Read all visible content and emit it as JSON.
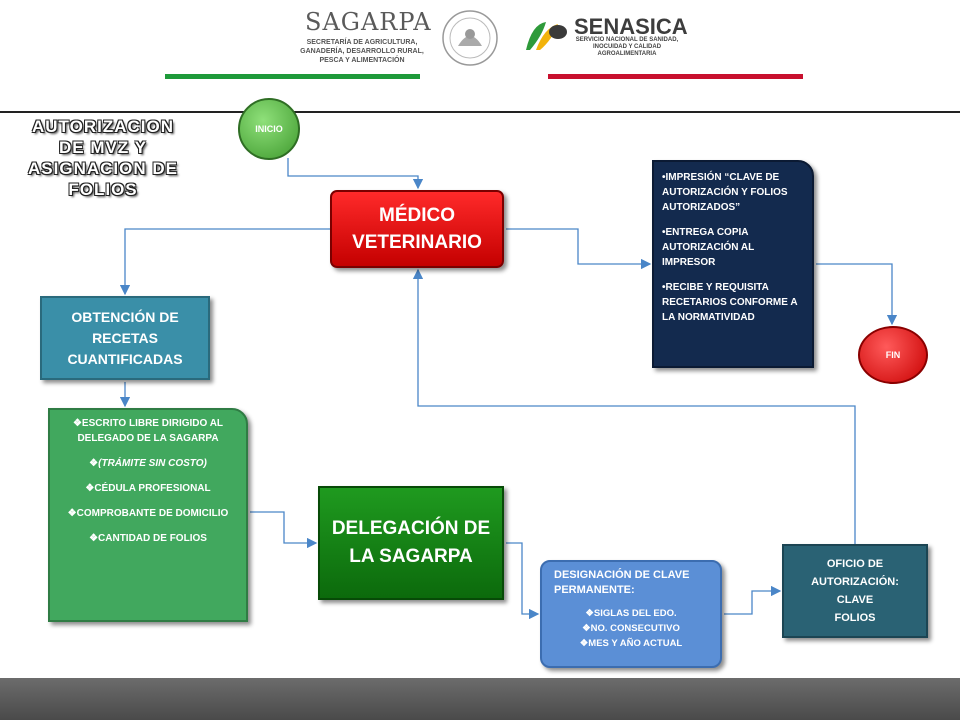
{
  "header": {
    "logo1_name": "SAGARPA",
    "logo1_sub": "SECRETARÍA DE AGRICULTURA, GANADERÍA, DESARROLLO RURAL, PESCA Y ALIMENTACIÓN",
    "logo2_name": "SENASICA",
    "logo2_sub": "SERVICIO NACIONAL DE SANIDAD, INOCUIDAD Y CALIDAD AGROALIMENTARIA"
  },
  "title": "AUTORIZACION DE MVZ Y ASIGNACION DE FOLIOS",
  "nodes": {
    "inicio": "INICIO",
    "fin": "FIN",
    "medico": "MÉDICO VETERINARIO",
    "obtencion": "OBTENCIÓN DE RECETAS CUANTIFICADAS",
    "escrito": {
      "items": [
        "ESCRITO LIBRE DIRIGIDO AL DELEGADO DE LA SAGARPA",
        "(TRÁMITE SIN COSTO)",
        "CÉDULA PROFESIONAL",
        "COMPROBANTE DE DOMICILIO",
        "CANTIDAD DE FOLIOS"
      ]
    },
    "delegacion": "DELEGACIÓN DE LA SAGARPA",
    "impresion": {
      "items": [
        "IMPRESIÓN “CLAVE DE AUTORIZACIÓN Y FOLIOS AUTORIZADOS”",
        "ENTREGA COPIA AUTORIZACIÓN AL IMPRESOR",
        "RECIBE Y REQUISITA RECETARIOS CONFORME A LA NORMATIVIDAD"
      ]
    },
    "designacion": {
      "heading": "DESIGNACIÓN DE CLAVE PERMANENTE:",
      "items": [
        "SIGLAS DEL EDO.",
        "NO. CONSECUTIVO",
        "MES Y AÑO ACTUAL"
      ]
    },
    "oficio": {
      "line1": "OFICIO DE AUTORIZACIÓN:",
      "line2": "CLAVE",
      "line3": "FOLIOS"
    }
  },
  "colors": {
    "medico": "#e00000",
    "obtencion": "#3a8fa8",
    "escrito": "#41a85e",
    "delegacion": "#147a14",
    "impresion": "#132a4e",
    "designacion": "#5b8fd6",
    "oficio": "#2a6274",
    "connector": "#4a86c8"
  }
}
